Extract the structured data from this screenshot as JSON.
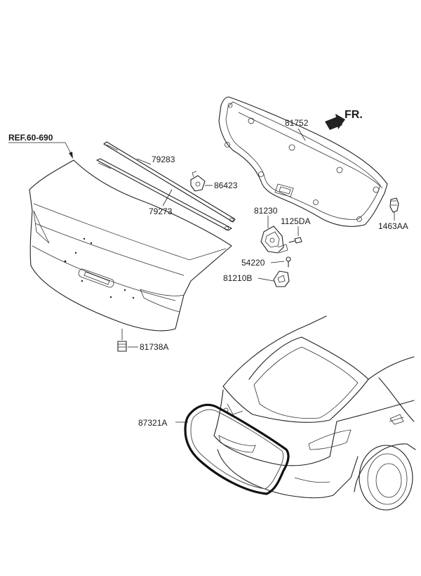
{
  "labels": {
    "ref": "REF.60-690",
    "fr": "FR.",
    "p79283": "79283",
    "p79273": "79273",
    "p86423": "86423",
    "p81752": "81752",
    "p81230": "81230",
    "p1125DA": "1125DA",
    "p1463AA": "1463AA",
    "p54220": "54220",
    "p81210B": "81210B",
    "p81738A": "81738A",
    "p87321A": "87321A"
  }
}
